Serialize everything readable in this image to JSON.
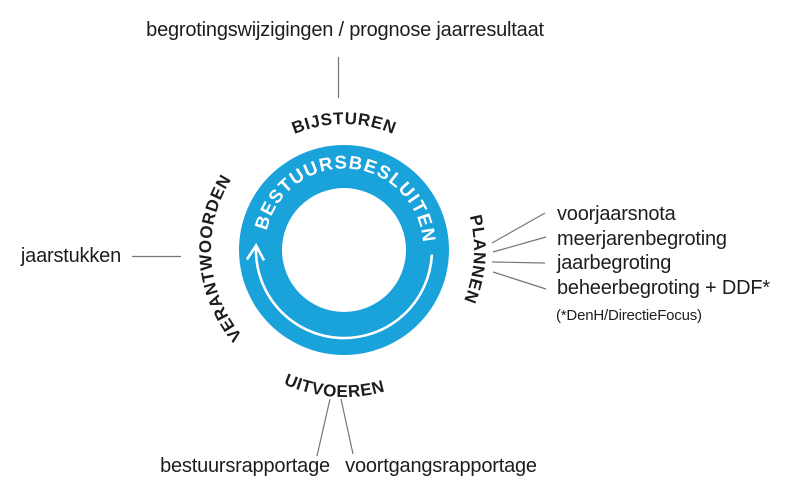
{
  "colors": {
    "ring": "#1AA2DB",
    "ring_text": "#FFFFFF",
    "text": "#1D1D1B",
    "line": "#767676"
  },
  "ring": {
    "label": "BESTUURSBESLUITEN"
  },
  "phases": {
    "top": {
      "label": "BIJSTUREN"
    },
    "right": {
      "label": "PLANNEN"
    },
    "bottom": {
      "label": "UITVOEREN"
    },
    "left": {
      "label": "VERANTWOORDEN"
    }
  },
  "annotations": {
    "top": {
      "label": "begrotingswijzigingen / prognose jaarresultaat"
    },
    "left": {
      "label": "jaarstukken"
    },
    "right": {
      "items": [
        "voorjaarsnota",
        "meerjarenbegroting",
        "jaarbegroting",
        "beheerbegroting + DDF*"
      ],
      "footnote": "(*DenH/DirectieFocus)"
    },
    "bottom": {
      "items": [
        "bestuursrapportage",
        "voortgangsrapportage"
      ]
    }
  }
}
